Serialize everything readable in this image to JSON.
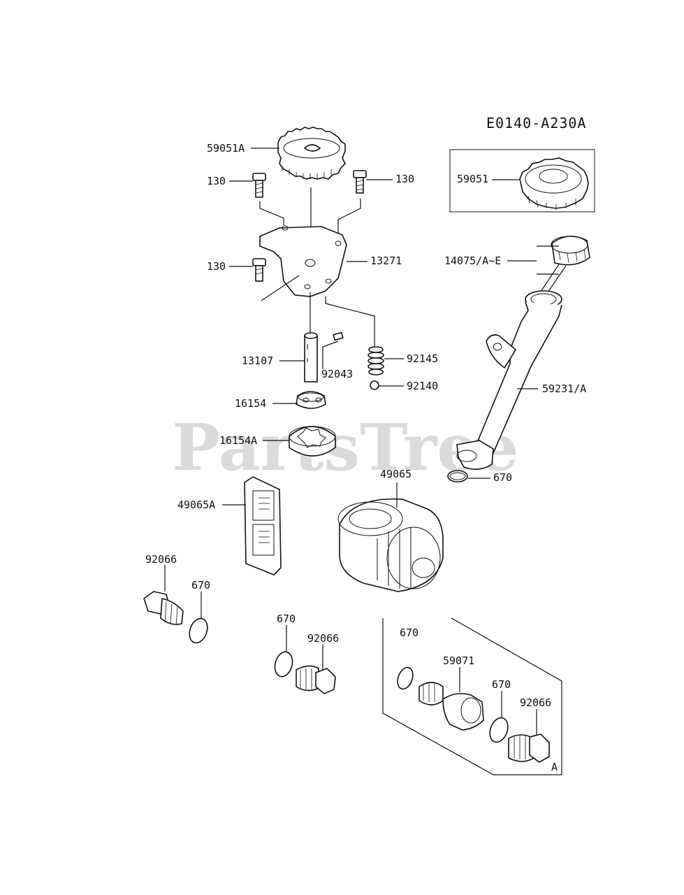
{
  "diagram": {
    "code": "E0140-A230A",
    "watermark": "PartsTree",
    "trademark": "™",
    "group_marker": "A",
    "labels": {
      "p59051A": "59051A",
      "p130_left_top": "130",
      "p130_right": "130",
      "p130_left_mid": "130",
      "p13271": "13271",
      "p59051": "59051",
      "p14075": "14075/A~E",
      "p13107": "13107",
      "p92043": "92043",
      "p92145": "92145",
      "p92140": "92140",
      "p16154": "16154",
      "p16154A": "16154A",
      "p59231": "59231/A",
      "p670_dip": "670",
      "p49065": "49065",
      "p49065A": "49065A",
      "p92066_left": "92066",
      "p670_left": "670",
      "p670_mid": "670",
      "p92066_mid": "92066",
      "p670_box": "670",
      "p59071": "59071",
      "p670_box2": "670",
      "p92066_box": "92066"
    }
  }
}
